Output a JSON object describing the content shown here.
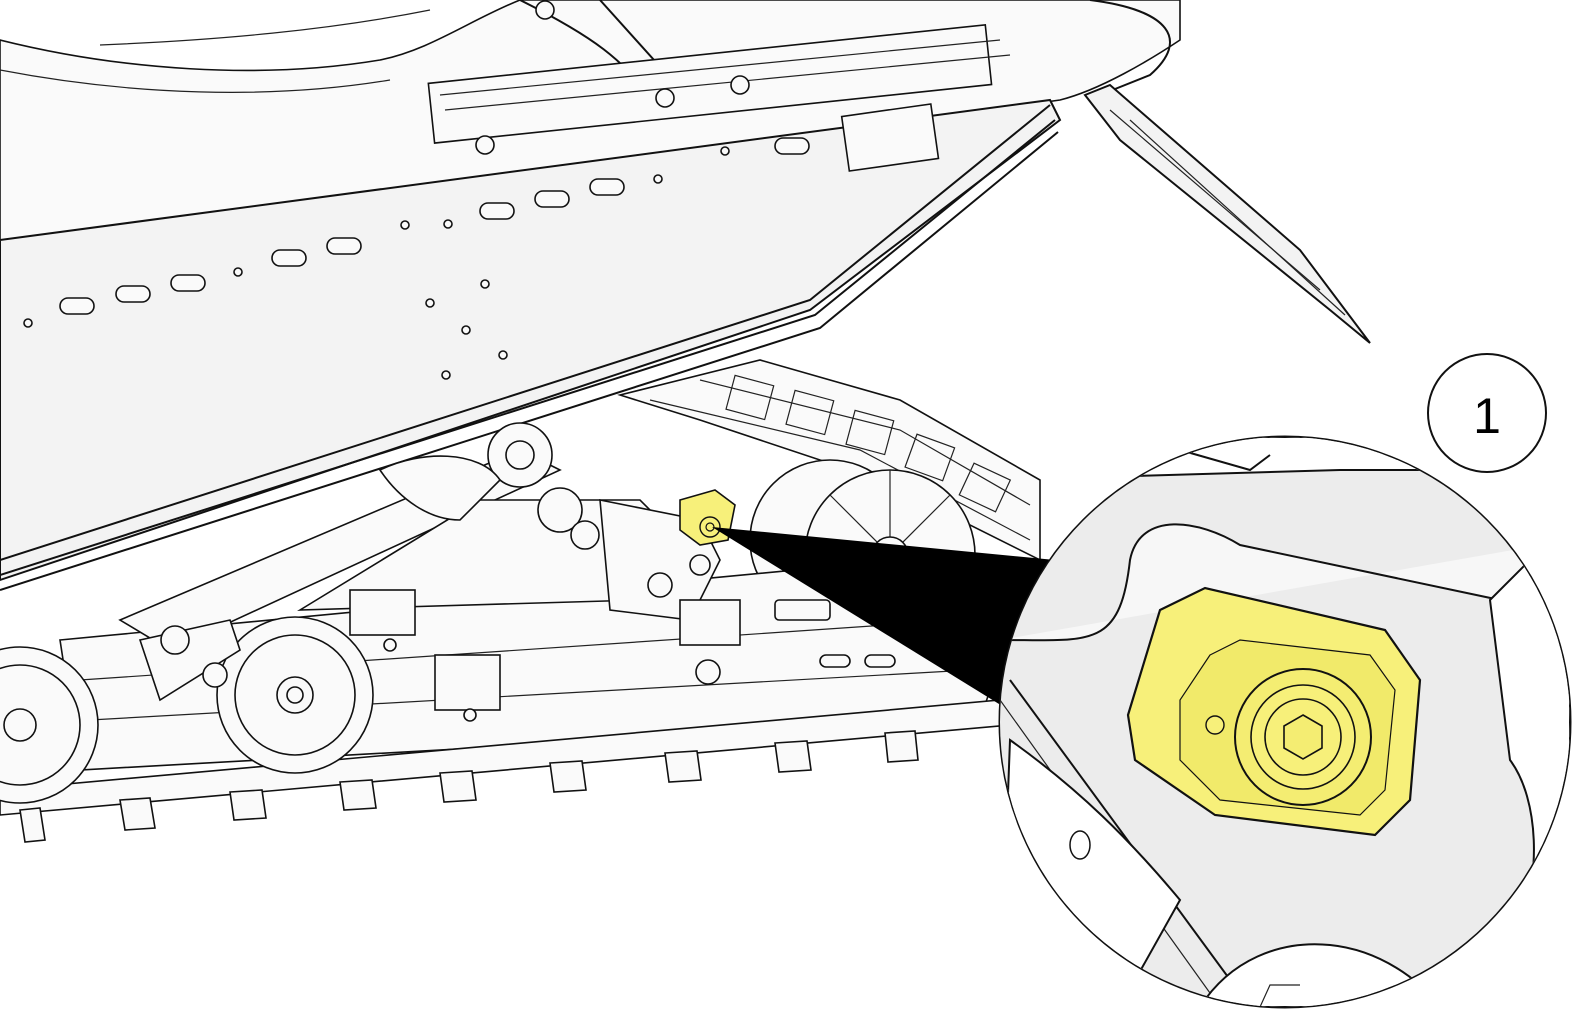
{
  "callout": {
    "number": "1"
  },
  "colors": {
    "highlight": "#f7f07a",
    "line": "#111111",
    "panel": "#f3f3f3",
    "background": "#ffffff"
  },
  "parts": {
    "highlighted_part": "highlighted-fastener-plate",
    "detail_view": "magnified-detail-circle"
  }
}
